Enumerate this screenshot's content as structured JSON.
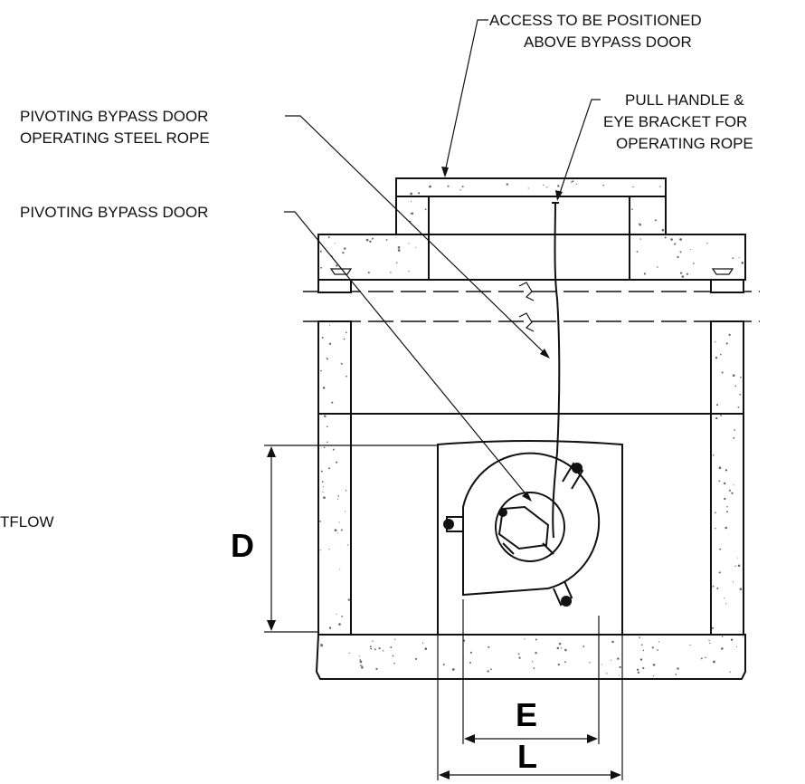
{
  "labels": {
    "access_line1": "ACCESS TO BE POSITIONED",
    "access_line2": "ABOVE BYPASS DOOR",
    "rope_line1": "PIVOTING BYPASS DOOR",
    "rope_line2": "OPERATING STEEL ROPE",
    "handle_line1": "PULL HANDLE &",
    "handle_line2": "EYE BRACKET FOR",
    "handle_line3": "OPERATING ROPE",
    "door": "PIVOTING BYPASS DOOR",
    "outflow_partial": "TFLOW"
  },
  "dimensions": {
    "depth": "D",
    "opening": "E",
    "length": "L"
  }
}
